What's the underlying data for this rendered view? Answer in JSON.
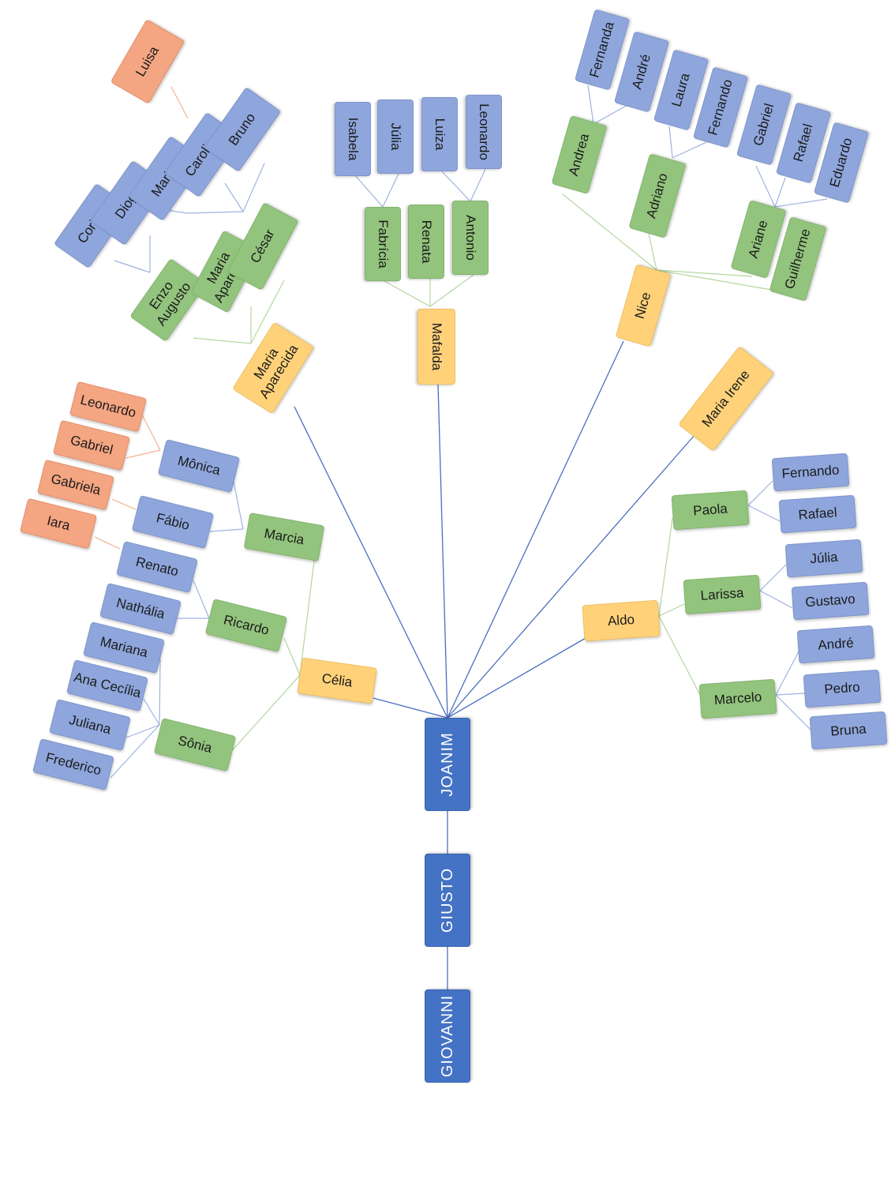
{
  "colors": {
    "root": "#4472c4",
    "blue": "#8fa6dc",
    "green": "#93c47d",
    "yellow": "#ffd27a",
    "orange": "#f4a582",
    "link_root": "#4a6fc0",
    "link_blue": "#9fb3e0",
    "link_green": "#b3d6a0",
    "link_orange": "#f2b28f"
  },
  "people": {
    "giovanni": "GIOVANNI",
    "giusto": "GIUSTO",
    "joanim": "JOANIM",
    "maria_aparecida": "Maria\nAparecida",
    "mafalda": "Mafalda",
    "nice": "Nice",
    "maria_irene": "Maria Irene",
    "aldo": "Aldo",
    "celia": "Célia",
    "enzo": "Enzo\nAugusto",
    "maria_ap2": "Maria\nAparecida",
    "cesar": "César",
    "corina": "Corina",
    "diogo": "Diogo",
    "marina": "Marina",
    "carolina": "Carolina",
    "bruno": "Bruno",
    "luisa": "Luisa",
    "fabricia": "Fabrícia",
    "renata": "Renata",
    "antonio": "Antonio",
    "isabela": "Isabela",
    "julia_m": "Júlia",
    "luiza": "Luiza",
    "leonardo_m": "Leonardo",
    "andrea": "Andrea",
    "adriano": "Adriano",
    "ariane": "Ariane",
    "guilherme": "Guilherme",
    "fernanda": "Fernanda",
    "andre_n": "André",
    "laura": "Laura",
    "fernando_n": "Fernando",
    "gabriel_n": "Gabriel",
    "rafael_n": "Rafael",
    "eduardo": "Eduardo",
    "paola": "Paola",
    "larissa": "Larissa",
    "marcelo": "Marcelo",
    "fernando_a": "Fernando",
    "rafael_a": "Rafael",
    "julia_a": "Júlia",
    "gustavo": "Gustavo",
    "andre_a": "André",
    "pedro": "Pedro",
    "bruna": "Bruna",
    "marcia": "Marcia",
    "ricardo": "Ricardo",
    "sonia": "Sônia",
    "monica": "Mônica",
    "fabio": "Fábio",
    "leonardo_c": "Leonardo",
    "gabriel_c": "Gabriel",
    "gabriela": "Gabriela",
    "iara": "Iara",
    "renato": "Renato",
    "nathalia": "Nathália",
    "mariana": "Mariana",
    "ana_cecilia": "Ana Cecília",
    "juliana": "Juliana",
    "frederico": "Frederico"
  }
}
